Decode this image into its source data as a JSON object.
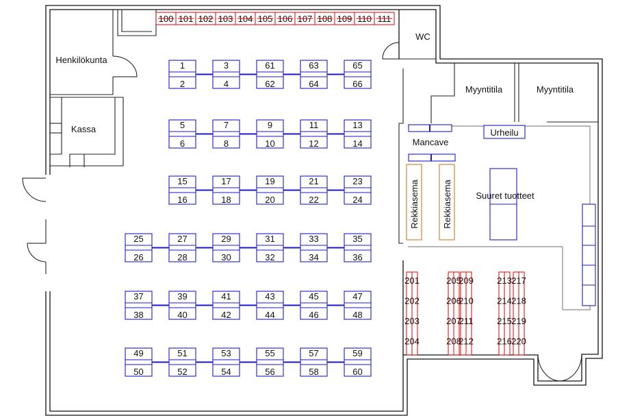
{
  "rooms": {
    "henkilokunta": "Henkilökunta",
    "kassa": "Kassa",
    "wc": "WC",
    "myyntitila_1": "Myyntitila",
    "myyntitila_2": "Myyntitila",
    "mancave": "Mancave",
    "urheilu": "Urheilu",
    "suuret_tuotteet": "Suuret tuotteet",
    "rekkiasema_1": "Rekkiasema",
    "rekkiasema_2": "Rekkiasema"
  },
  "shelf_rows": [
    [
      [
        "1",
        "2"
      ],
      [
        "3",
        "4"
      ],
      [
        "61",
        "62"
      ],
      [
        "63",
        "64"
      ],
      [
        "65",
        "66"
      ]
    ],
    [
      [
        "5",
        "6"
      ],
      [
        "7",
        "8"
      ],
      [
        "9",
        "10"
      ],
      [
        "11",
        "12"
      ],
      [
        "13",
        "14"
      ]
    ],
    [
      [
        "15",
        "16"
      ],
      [
        "17",
        "18"
      ],
      [
        "19",
        "20"
      ],
      [
        "21",
        "22"
      ],
      [
        "23",
        "24"
      ]
    ],
    [
      [
        "25",
        "26"
      ],
      [
        "27",
        "28"
      ],
      [
        "29",
        "30"
      ],
      [
        "31",
        "32"
      ],
      [
        "33",
        "34"
      ],
      [
        "35",
        "36"
      ]
    ],
    [
      [
        "37",
        "38"
      ],
      [
        "39",
        "40"
      ],
      [
        "41",
        "42"
      ],
      [
        "43",
        "44"
      ],
      [
        "45",
        "46"
      ],
      [
        "47",
        "48"
      ]
    ],
    [
      [
        "49",
        "50"
      ],
      [
        "51",
        "52"
      ],
      [
        "53",
        "54"
      ],
      [
        "55",
        "56"
      ],
      [
        "57",
        "58"
      ],
      [
        "59",
        "60"
      ]
    ]
  ],
  "top_racks": [
    "100",
    "101",
    "102",
    "103",
    "104",
    "105",
    "106",
    "107",
    "108",
    "109",
    "110",
    "111"
  ],
  "red_columns": [
    [
      "201",
      "202",
      "203",
      "204"
    ],
    [
      "205",
      "206",
      "207",
      "208"
    ],
    [
      "209",
      "210",
      "211",
      "212"
    ],
    [
      "213",
      "214",
      "215",
      "216"
    ],
    [
      "217",
      "218",
      "219",
      "220"
    ]
  ],
  "colors": {
    "walls": "#111111",
    "shelves": "#1a1ad0",
    "red_racks": "#dd0000",
    "rekkiasema": "#d07a2a",
    "sales_area_outline": "#8a8a8a"
  }
}
